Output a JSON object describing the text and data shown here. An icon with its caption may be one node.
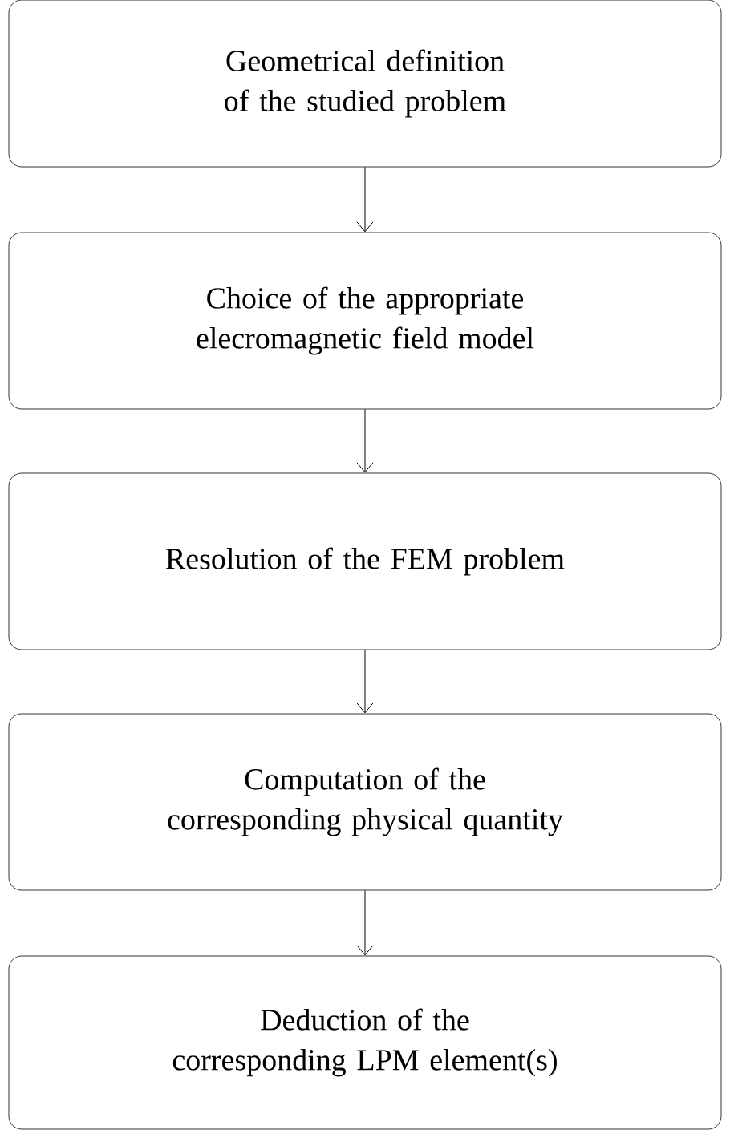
{
  "diagram": {
    "nodes": [
      {
        "text": [
          "Geometrical definition of the studied problem"
        ]
      },
      {
        "text": [
          "Choice of the appropriate elecromagnetic field model"
        ]
      },
      {
        "text": [
          "Resolution of the FEM problem"
        ]
      },
      {
        "text": [
          "Computation of the corresponding physical quantity"
        ]
      },
      {
        "text": [
          "Deduction of the corresponding LPM element(s)"
        ]
      }
    ],
    "edges": [
      {
        "from": 0,
        "to": 1,
        "arrow": "to"
      },
      {
        "from": 1,
        "to": 2,
        "arrow": "to"
      },
      {
        "from": 2,
        "to": 3,
        "arrow": "to"
      },
      {
        "from": 3,
        "to": 4,
        "arrow": "to"
      }
    ]
  }
}
